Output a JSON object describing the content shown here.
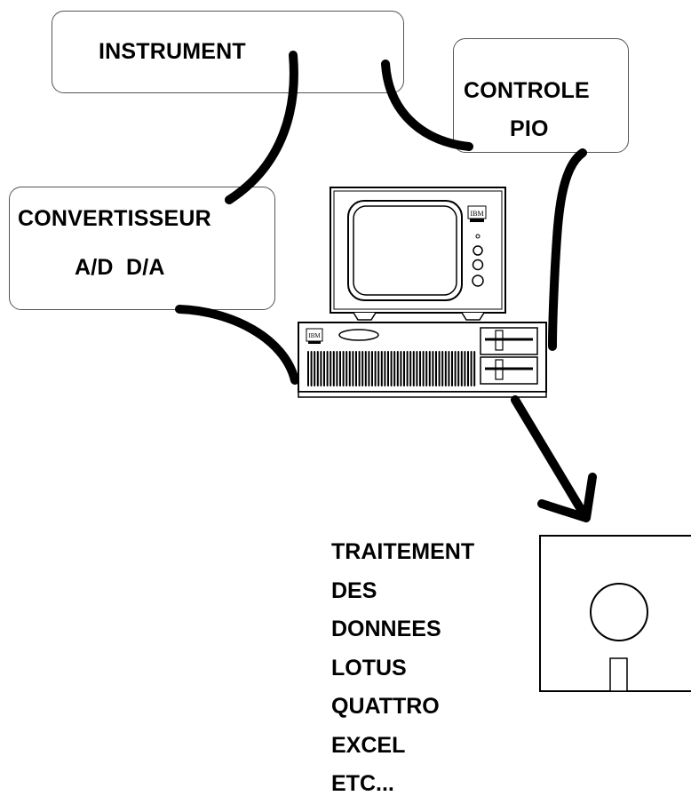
{
  "boxes": {
    "instrument": "INSTRUMENT",
    "controle_line1": "CONTROLE",
    "controle_line2": "PIO",
    "convertisseur_line1": "CONVERTISSEUR",
    "convertisseur_line2": "A/D  D/A"
  },
  "computer": {
    "brand_monitor": "IBM",
    "brand_unit": "IBM"
  },
  "processing_list": [
    "TRAITEMENT",
    "DES",
    "DONNEES",
    "LOTUS",
    "QUATTRO",
    "EXCEL",
    "ETC..."
  ]
}
